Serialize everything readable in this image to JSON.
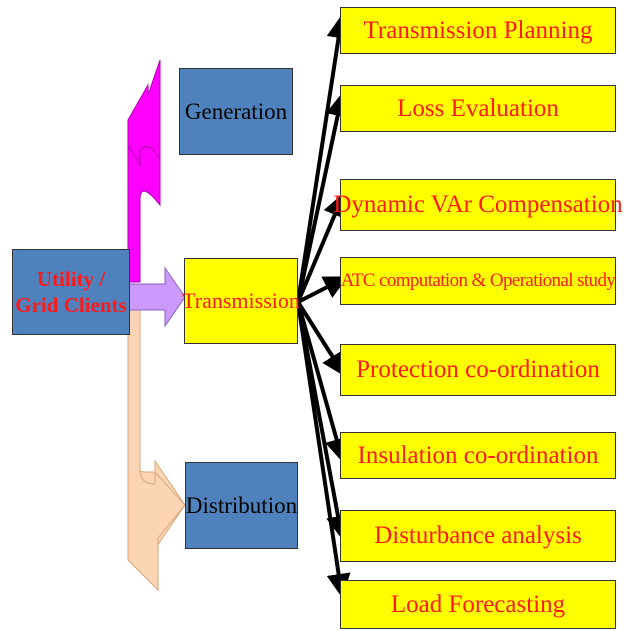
{
  "colors": {
    "yellow_fill": "#ffff00",
    "red_text": "#ff1a1a",
    "blue_fill": "#4f81bd",
    "generation_arrow": "#ff00ff",
    "transmission_arrow": "#cc99ff",
    "distribution_arrow": "#fcd5b4",
    "connector_arrows": "#000000"
  },
  "source": {
    "label": "Utility / Grid Clients"
  },
  "branches": {
    "generation": "Generation",
    "transmission": "Transmission",
    "distribution": "Distribution"
  },
  "studies": [
    "Transmission Planning",
    "Loss Evaluation",
    "Dynamic VAr Compensation",
    "ATC computation & Operational study",
    "Protection co-ordination",
    "Insulation co-ordination",
    "Disturbance analysis",
    "Load Forecasting"
  ]
}
